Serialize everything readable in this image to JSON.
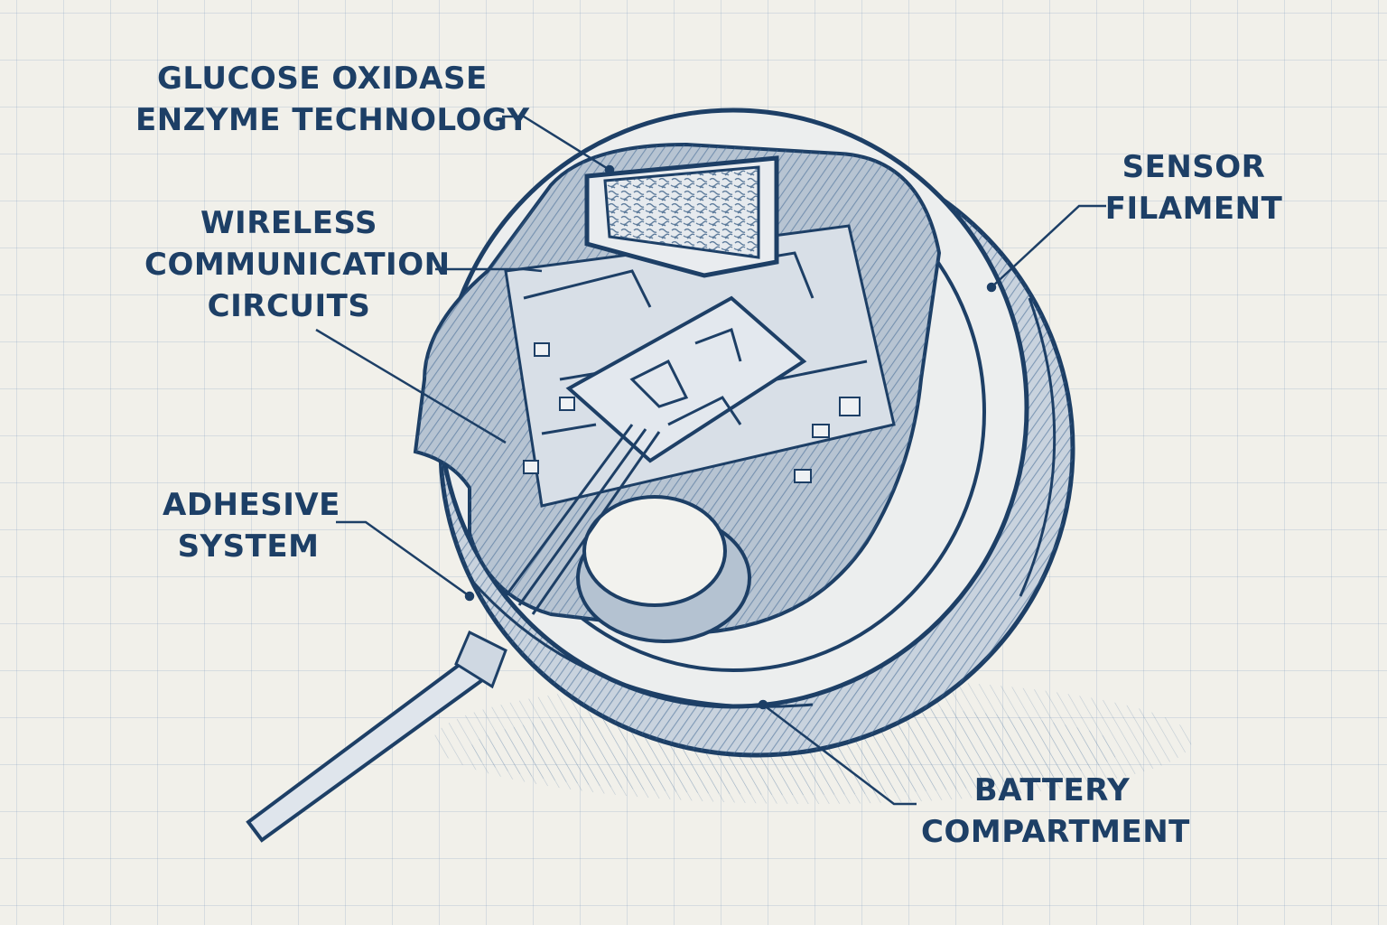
{
  "labels": {
    "glucose_line1": "GLUCOSE OXIDASE",
    "glucose_line2": "ENZYME TECHNOLOGY",
    "wireless_line1": "WIRELESS",
    "wireless_line2": "COMMUNICATION",
    "wireless_line3": "CIRCUITS",
    "sensor_line1": "SENSOR",
    "sensor_line2": "FILAMENT",
    "adhesive_line1": "ADHESIVE",
    "adhesive_line2": "SYSTEM",
    "battery_line1": "BATTERY",
    "battery_line2": "COMPARTMENT"
  },
  "colors": {
    "ink": "#1d3f66",
    "ink_light": "#5f7fa6",
    "paper": "#f1f0ea",
    "grid": "#b7c6d8"
  }
}
